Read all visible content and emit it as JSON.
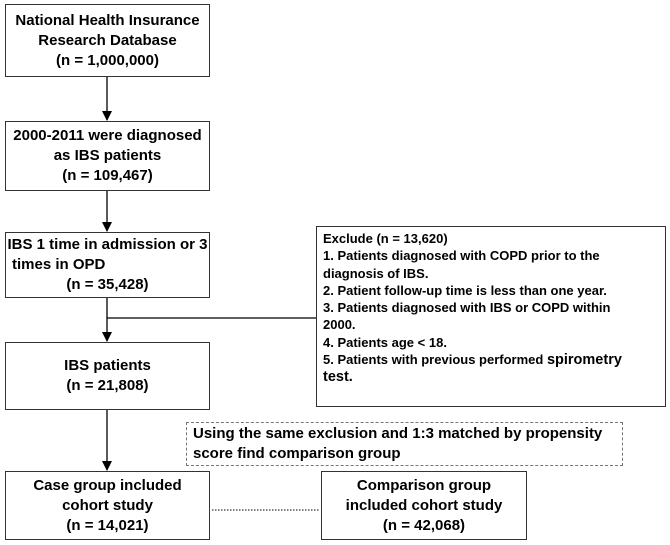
{
  "boxes": {
    "database": {
      "line1": "National Health Insurance",
      "line2": "Research Database",
      "line3": "(n = 1,000,000)"
    },
    "ibs_diagnosed": {
      "line1": "2000-2011 were diagnosed",
      "line2": "as IBS patients",
      "line3": "(n = 109,467)"
    },
    "ibs_admission": {
      "line1": "IBS 1 time in admission or 3",
      "line2": "times in OPD",
      "line3": "(n = 35,428)"
    },
    "ibs_patients": {
      "line1": "IBS patients",
      "line2": "(n = 21,808)"
    },
    "case_group": {
      "line1": "Case group included",
      "line2": "cohort study",
      "line3": "(n = 14,021)"
    },
    "comparison_group": {
      "line1": "Comparison group",
      "line2": "included cohort study",
      "line3": "(n = 42,068)"
    }
  },
  "exclude": {
    "title": "Exclude (n = 13,620)",
    "lines": [
      "1. Patients diagnosed with COPD prior to the",
      "diagnosis of IBS.",
      "2. Patient follow-up time is less than one year.",
      "3. Patients diagnosed with IBS or COPD within",
      "2000.",
      "4. Patients age < 18.",
      "5. Patients with previous performed",
      "spirometry",
      "test."
    ]
  },
  "matching_note": {
    "line1": "Using the same exclusion and 1:3 matched by propensity",
    "line2": "score find comparison group"
  }
}
